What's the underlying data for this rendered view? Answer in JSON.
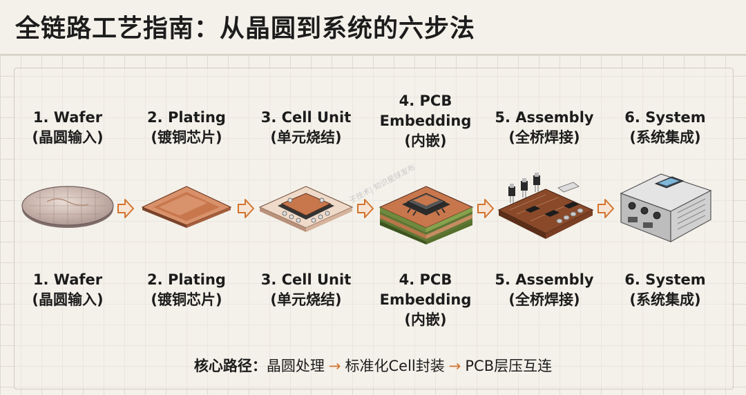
{
  "title": "全链路工艺指南：从晶圆到系统的六步法",
  "steps": [
    {
      "title_lines": [
        "1. Wafer"
      ],
      "subtitle": "(晶圆输入)",
      "icon": "wafer-icon"
    },
    {
      "title_lines": [
        "2. Plating"
      ],
      "subtitle": "(镀铜芯片)",
      "icon": "copper-plated-chip-icon"
    },
    {
      "title_lines": [
        "3. Cell Unit"
      ],
      "subtitle": "(单元烧结)",
      "icon": "sintered-cell-unit-icon"
    },
    {
      "title_lines": [
        "4. PCB",
        "Embedding"
      ],
      "subtitle": "(内嵌)",
      "icon": "pcb-embedded-chip-icon"
    },
    {
      "title_lines": [
        "5. Assembly"
      ],
      "subtitle": "(全桥焊接)",
      "icon": "full-bridge-board-icon"
    },
    {
      "title_lines": [
        "6. System"
      ],
      "subtitle": "(系统集成)",
      "icon": "system-enclosure-icon"
    }
  ],
  "core_path": {
    "label": "核心路径：",
    "stages": [
      "晶圆处理",
      "标准化Cell封装",
      "PCB层压互连"
    ],
    "separator": "→"
  },
  "watermark": "子技术| 知识星球发布",
  "colors": {
    "accent_arrow": "#d2732f",
    "copper": "#c8774d",
    "pcb_green": "#6f8a3c",
    "background": "#f4f1ea"
  }
}
